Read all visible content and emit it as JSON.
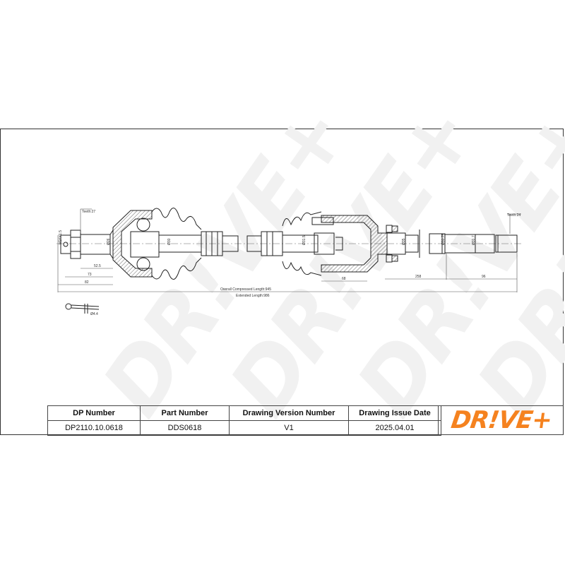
{
  "drawing": {
    "title": "Drive shaft technical drawing",
    "labels": {
      "teeth_left": "Teeth:27",
      "teeth_right": "Teeth:24",
      "thread": "M24X1.5",
      "dia_left_stub": "Ø26",
      "dia_left_shaft": "Ø30",
      "dia_mid": "Ø31.5",
      "dia_bearing": "Ø35",
      "dia_seal": "Ø30.75",
      "dia_right_stub": "Ø31.7",
      "dim_52_5": "52.5",
      "dim_73": "73",
      "dim_82": "82",
      "dim_68": "68",
      "dim_258": "258",
      "dim_96": "96",
      "overall_compressed": "Overall Compressed Length:945",
      "extended": "Extended Length:986",
      "pin_dia": "Ø4.4"
    },
    "watermark": "DR!VE+"
  },
  "title_block": {
    "headers": [
      "DP Number",
      "Part Number",
      "Drawing Version Number",
      "Drawing Issue Date"
    ],
    "values": [
      "DP2110.10.0618",
      "DDS0618",
      "V1",
      "2025.04.01"
    ],
    "logo": "DR!VE+",
    "logo_color": "#f5821f"
  }
}
